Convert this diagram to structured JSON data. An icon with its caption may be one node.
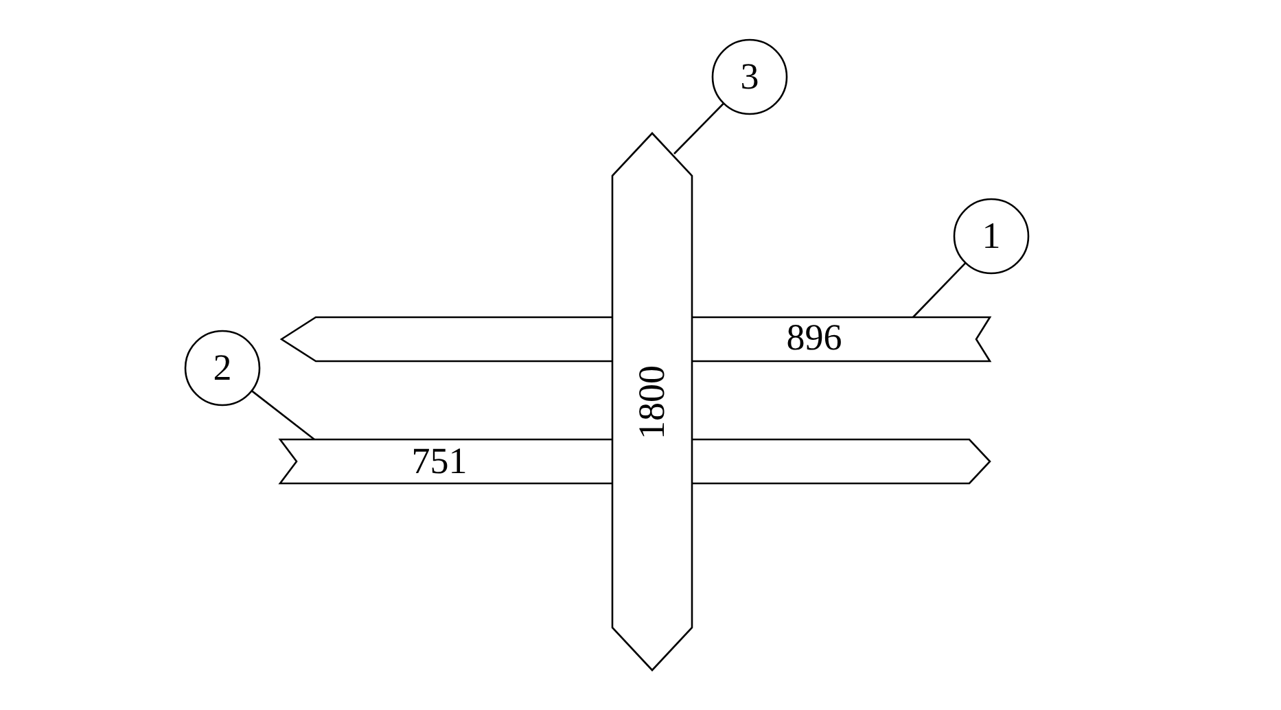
{
  "diagram": {
    "nodes": [
      {
        "text": [
          "3"
        ]
      },
      {
        "text": [
          "1800"
        ]
      },
      {
        "text": [
          "1"
        ]
      },
      {
        "text": [
          "896"
        ]
      },
      {
        "text": [
          "2"
        ]
      },
      {
        "text": [
          "751"
        ]
      }
    ],
    "edges": [
      {
        "from": 0,
        "to": 1,
        "arrow": "none"
      },
      {
        "from": 2,
        "to": 3,
        "arrow": "none"
      },
      {
        "from": 4,
        "to": 5,
        "arrow": "none"
      }
    ]
  }
}
